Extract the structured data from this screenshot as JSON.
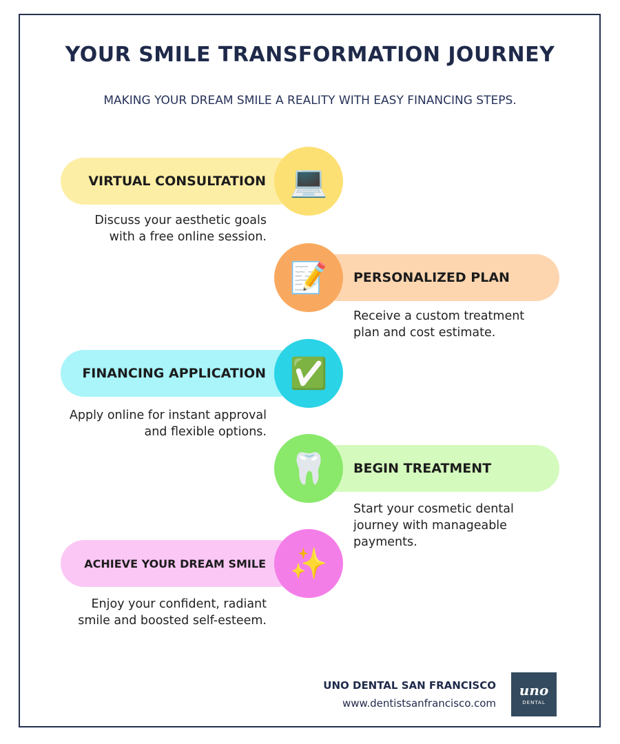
{
  "title": "YOUR SMILE TRANSFORMATION JOURNEY",
  "subtitle": "MAKING YOUR DREAM SMILE A REALITY WITH EASY FINANCING STEPS.",
  "steps": [
    {
      "label": "VIRTUAL CONSULTATION",
      "icon": "💻",
      "icon_name": "laptop-icon",
      "desc": "Discuss your aesthetic goals with a free online session.",
      "pill_color": "#fdeea5",
      "circle_color": "#fde073"
    },
    {
      "label": "PERSONALIZED PLAN",
      "icon": "📝",
      "icon_name": "memo-icon",
      "desc": "Receive a custom treatment plan and cost estimate.",
      "pill_color": "#fdd6b0",
      "circle_color": "#f9a95f"
    },
    {
      "label": "FINANCING APPLICATION",
      "icon": "✅",
      "icon_name": "check-icon",
      "desc": "Apply online for instant approval and flexible options.",
      "pill_color": "#a9f5fa",
      "circle_color": "#2ad3e6"
    },
    {
      "label": "BEGIN TREATMENT",
      "icon": "🦷",
      "icon_name": "tooth-icon",
      "desc": "Start your cosmetic dental journey with manageable payments.",
      "pill_color": "#d4fbbd",
      "circle_color": "#8ae86b"
    },
    {
      "label": "ACHIEVE YOUR DREAM SMILE",
      "icon": "✨",
      "icon_name": "sparkles-icon",
      "desc": "Enjoy your confident, radiant smile and boosted self-esteem.",
      "pill_color": "#fbc7f5",
      "circle_color": "#f47ee8"
    }
  ],
  "footer": {
    "brand": "UNO DENTAL SAN FRANCISCO",
    "url": "www.dentistsanfrancisco.com",
    "logo_word": "uno",
    "logo_sub": "DENTAL"
  }
}
